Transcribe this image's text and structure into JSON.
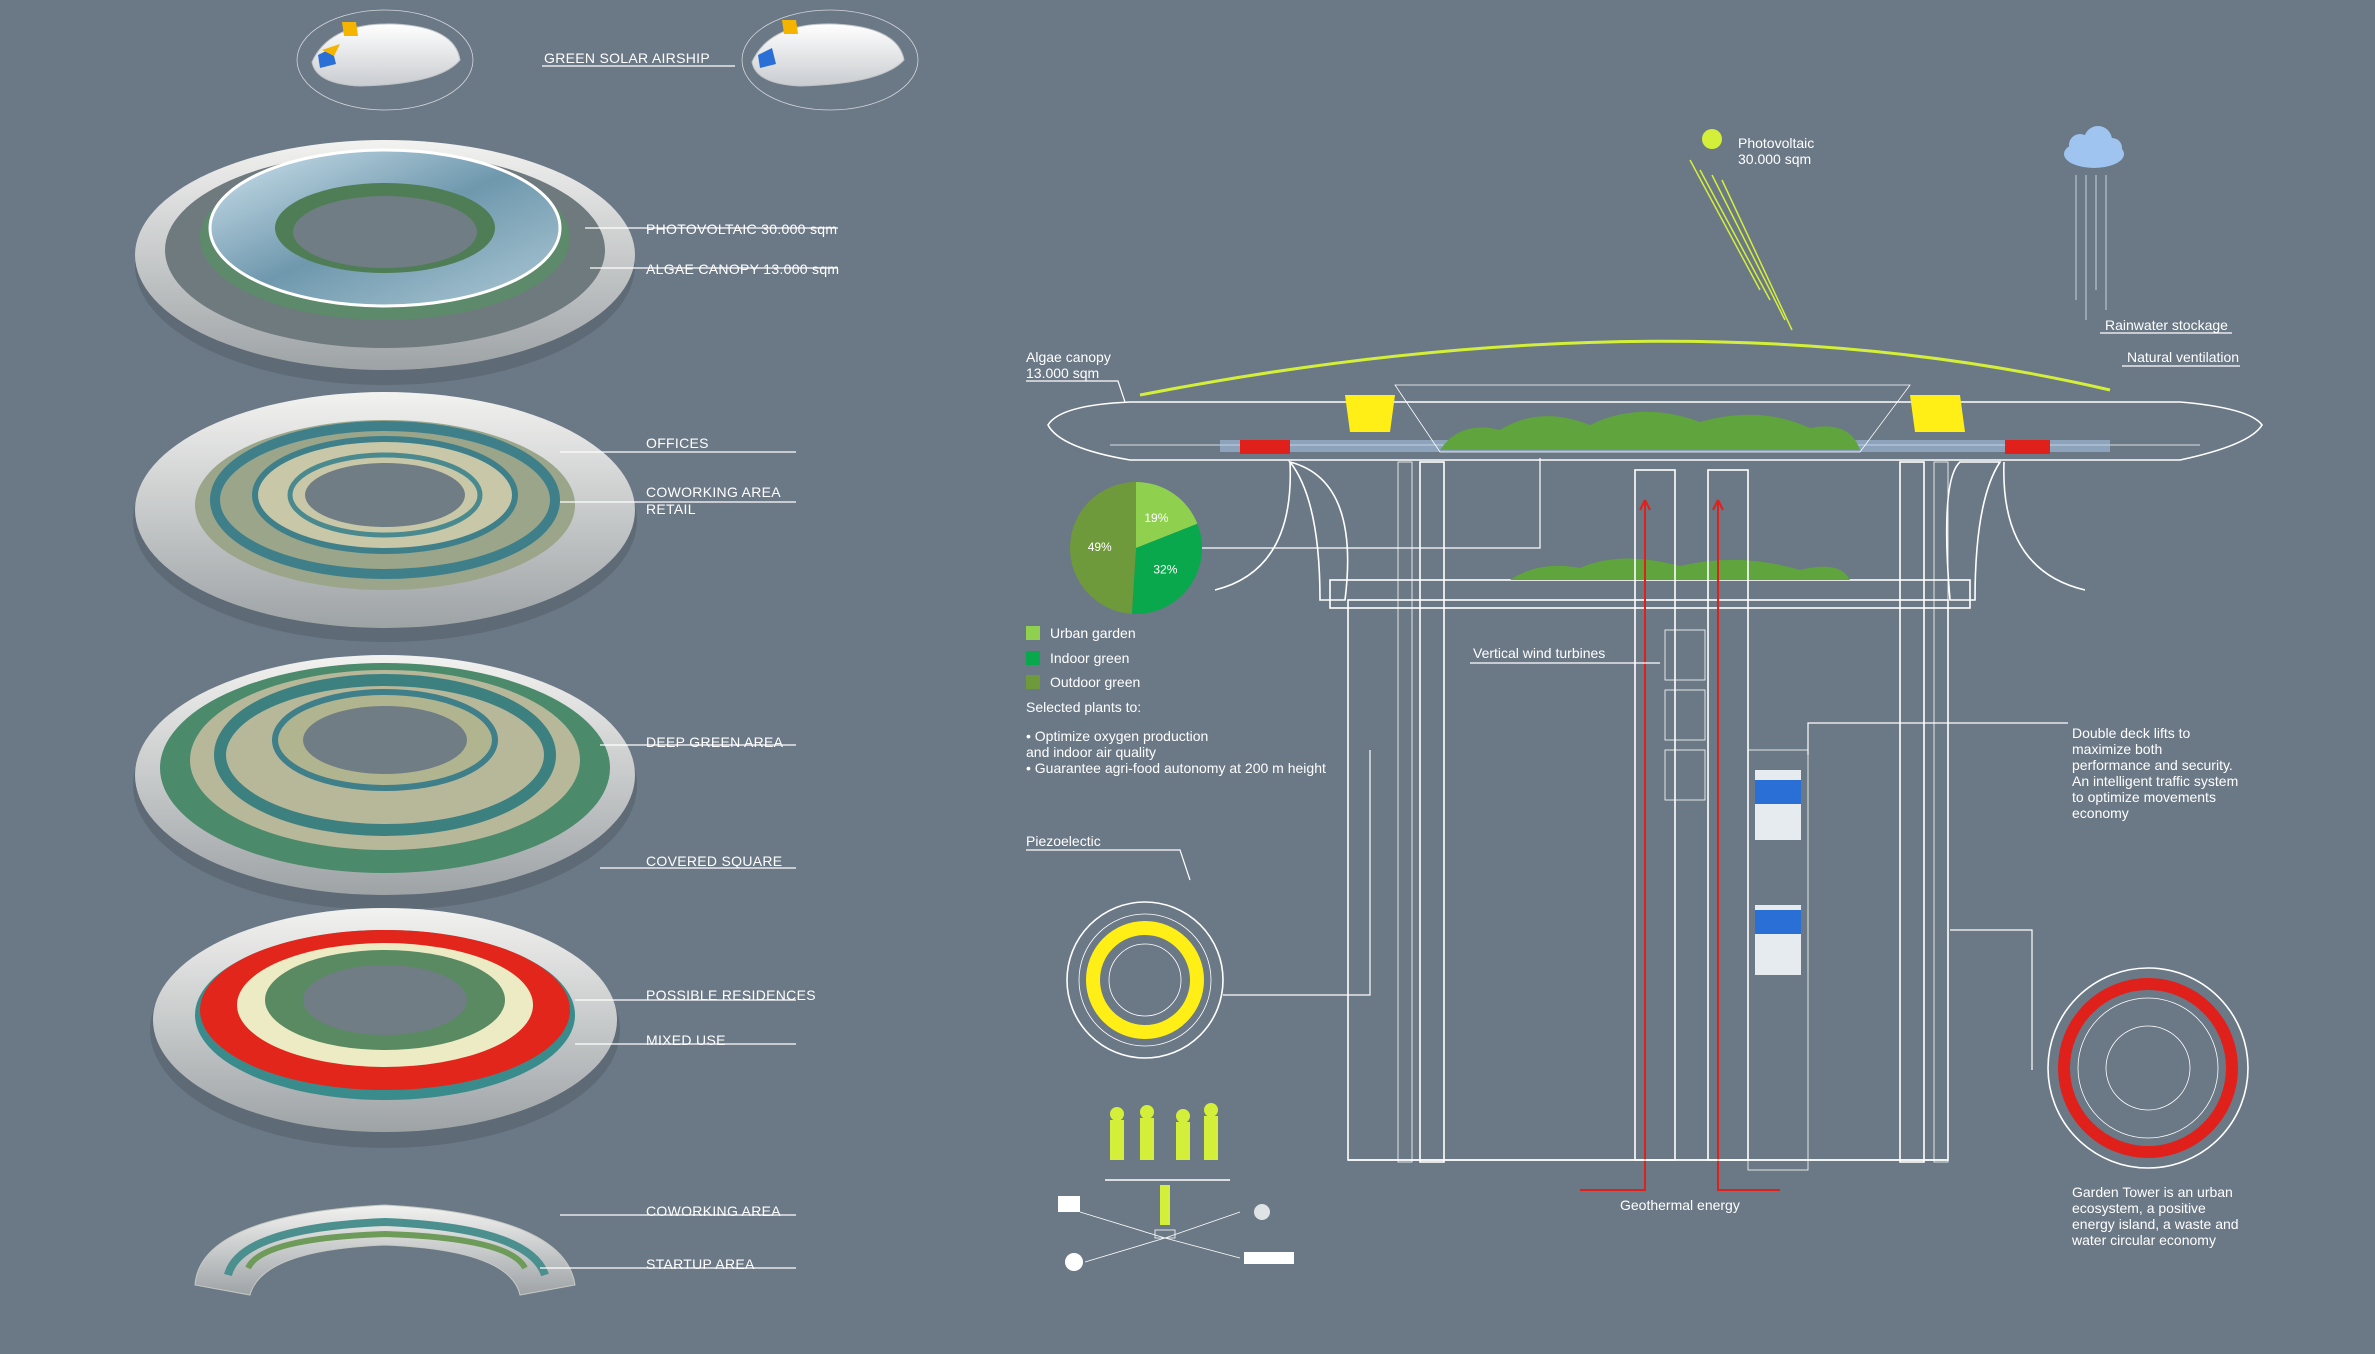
{
  "layers": {
    "airship": "GREEN SOLAR AIRSHIP",
    "roof": {
      "pv": "PHOTOVOLTAIC  30.000 sqm",
      "algae": "ALGAE CANOPY  13.000 sqm"
    },
    "offices": {
      "offices": "OFFICES",
      "coworking": "COWORKING AREA",
      "retail": "RETAIL"
    },
    "green": {
      "deep": "DEEP GREEN AREA",
      "covered": "COVERED SQUARE"
    },
    "residences": {
      "possible": "POSSIBLE RESIDENCES",
      "mixed": "MIXED USE"
    },
    "startup": {
      "coworking": "COWORKING AREA",
      "startup": "STARTUP AREA"
    }
  },
  "section": {
    "photovoltaic": [
      "Photovoltaic",
      "30.000 sqm"
    ],
    "algae": [
      "Algae canopy",
      "13.000 sqm"
    ],
    "rainwater": "Rainwater stockage",
    "ventilation": "Natural ventilation",
    "wind": "Vertical wind turbines",
    "piezo": "Piezoelectic",
    "geothermal": "Geothermal energy",
    "lifts": [
      "Double deck lifts to",
      "maximize both",
      "performance and security.",
      "An intelligent traffic system",
      "to optimize movements",
      "economy"
    ],
    "garden": [
      "Garden Tower is an urban",
      "ecosystem, a positive",
      "energy island, a waste and",
      "water circular economy"
    ]
  },
  "plants": {
    "heading": "Selected plants to:",
    "bullets": [
      [
        "• Optimize oxygen production",
        "   and indoor air quality"
      ],
      [
        "• Guarantee agri-food autonomy at 200 m height"
      ]
    ]
  },
  "chart_data": {
    "type": "pie",
    "categories": [
      "Urban garden",
      "Indoor green",
      "Outdoor green"
    ],
    "values": [
      19,
      32,
      49
    ],
    "labels": [
      "19%",
      "32%",
      "49%"
    ],
    "colors": [
      "#8fd14f",
      "#0aa84c",
      "#6f9a3c"
    ],
    "legend": "bottom-left"
  },
  "colors": {
    "background": "#6b7886",
    "pv": "#d4ef3a",
    "red": "#e0201b",
    "yellow": "#ffef16",
    "white": "#ffffff"
  }
}
